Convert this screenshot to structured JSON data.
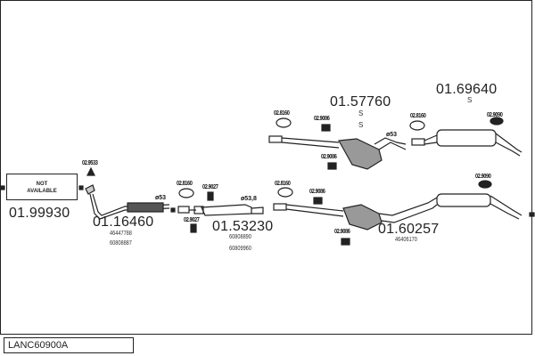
{
  "not_available_box": {
    "line1": "NOT",
    "line2": "AVAILABLE",
    "part_number": "01.99930"
  },
  "parts": [
    {
      "part_number": "01.16460",
      "oem_numbers": [
        "46447788",
        "60808887"
      ]
    },
    {
      "part_number": "01.53230",
      "oem_numbers": [
        "60808890",
        "60809960"
      ]
    },
    {
      "part_number": "01.57760",
      "notes": [
        "S",
        "S"
      ]
    },
    {
      "part_number": "01.69640",
      "notes": [
        "S"
      ]
    },
    {
      "part_number": "01.60257",
      "oem_numbers": [
        "46406170"
      ]
    }
  ],
  "accessories": {
    "gasket_front": "02.9533",
    "clamp_a": "02.8160",
    "hanger_a": "02.9027",
    "hanger_b": "02.9027",
    "clamp_b": "02.8160",
    "hanger_c": "02.9086",
    "hanger_d": "02.9086",
    "clamp_c": "02.8160",
    "rubber_a": "02.9090",
    "clamp_d": "02.8160",
    "hanger_e": "02.9086",
    "hanger_f": "02.9086",
    "rubber_b": "02.9090"
  },
  "diameters": {
    "d1": "ø53",
    "d2": "ø53,8",
    "d3": "ø53"
  },
  "footer": {
    "code": "LANC60900A"
  }
}
